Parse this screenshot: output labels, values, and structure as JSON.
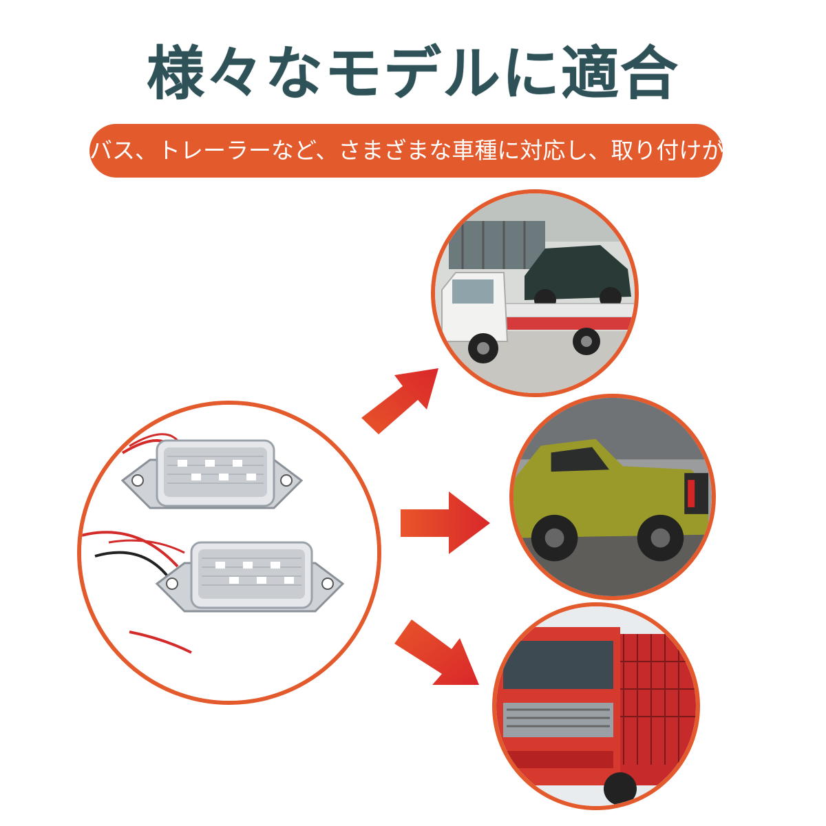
{
  "title": "様々なモデルに適合",
  "subtitle": "バス、トレーラーなど、さまざまな車種に対応し、取り付けが簡単で",
  "colors": {
    "accent": "#e35a2d",
    "title": "#2e5257",
    "arrow_start": "#e8552a",
    "arrow_end": "#d9272a"
  },
  "images": {
    "product": "license-plate-led-lights-photo",
    "vehicle_1": "tow-truck-photo",
    "vehicle_2": "pickup-truck-photo",
    "vehicle_3": "red-cargo-truck-photo"
  }
}
